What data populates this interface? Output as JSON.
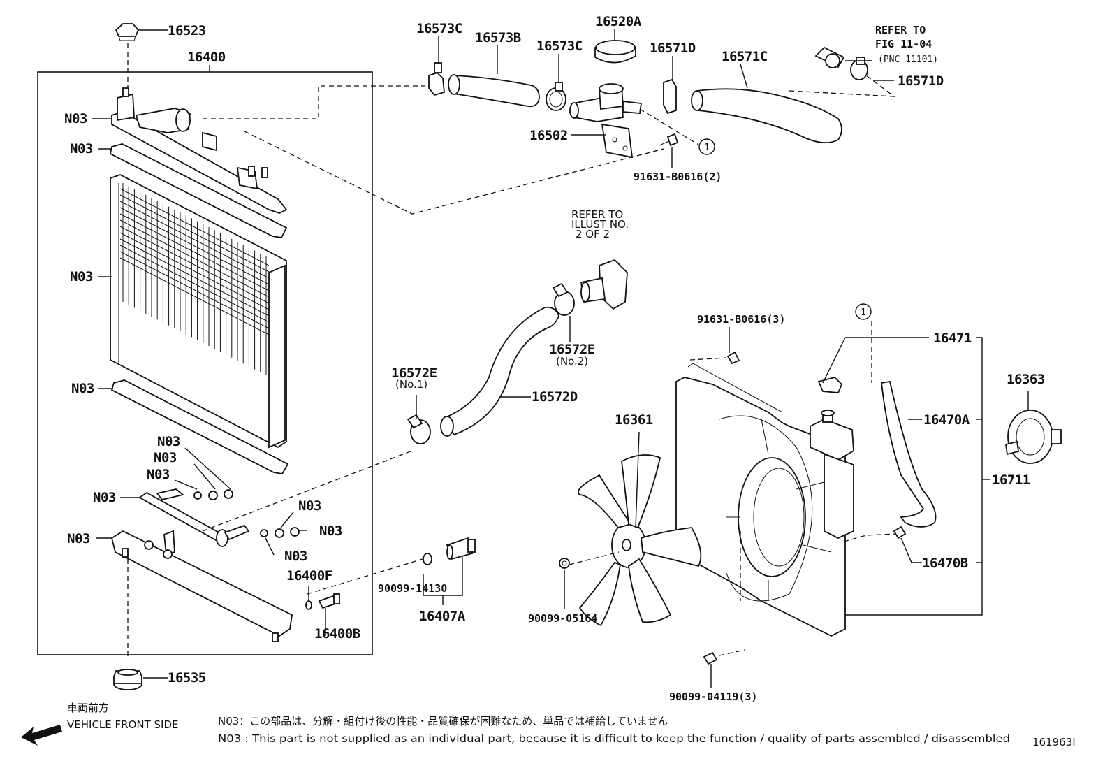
{
  "labels": {
    "p16523": "16523",
    "p16400": "16400",
    "p16535": "16535",
    "p16573C_a": "16573C",
    "p16573B": "16573B",
    "p16573C_b": "16573C",
    "p16520A": "16520A",
    "p16571D_a": "16571D",
    "p16571C": "16571C",
    "p16571D_b": "16571D",
    "p16502": "16502",
    "p91631_2": "91631-B0616(2)",
    "p16572E_2": "16572E",
    "p16572E_1": "16572E",
    "p16572D": "16572D",
    "p91631_3": "91631-B0616(3)",
    "p16471": "16471",
    "p16363": "16363",
    "p16470A": "16470A",
    "p16711": "16711",
    "p16361": "16361",
    "p16470B": "16470B",
    "p90099_05164": "90099-05164",
    "p90099_04119": "90099-04119(3)",
    "p90099_14130": "90099-14130",
    "p16407A": "16407A",
    "p16400F": "16400F",
    "p16400B": "16400B",
    "n03": "N03",
    "no1": "(No.1)",
    "no2": "(No.2)",
    "circle1": "1"
  },
  "refer_fig": [
    "REFER TO",
    "FIG 11-04",
    "(PNC 11101)"
  ],
  "refer_illust": [
    "REFER TO",
    "ILLUST NO.",
    "2 OF 2"
  ],
  "vehicle_front": {
    "jp": "車両前方",
    "en": "VEHICLE FRONT SIDE"
  },
  "notes": {
    "jp": "N03：この部品は、分解・組付け後の性能・品質確保が困難なため、単品では補給していません",
    "en": "N03 : This part is not supplied as an individual part, because it is difficult to keep the function / quality of parts assembled / disassembled"
  },
  "figure_id": "161963I"
}
